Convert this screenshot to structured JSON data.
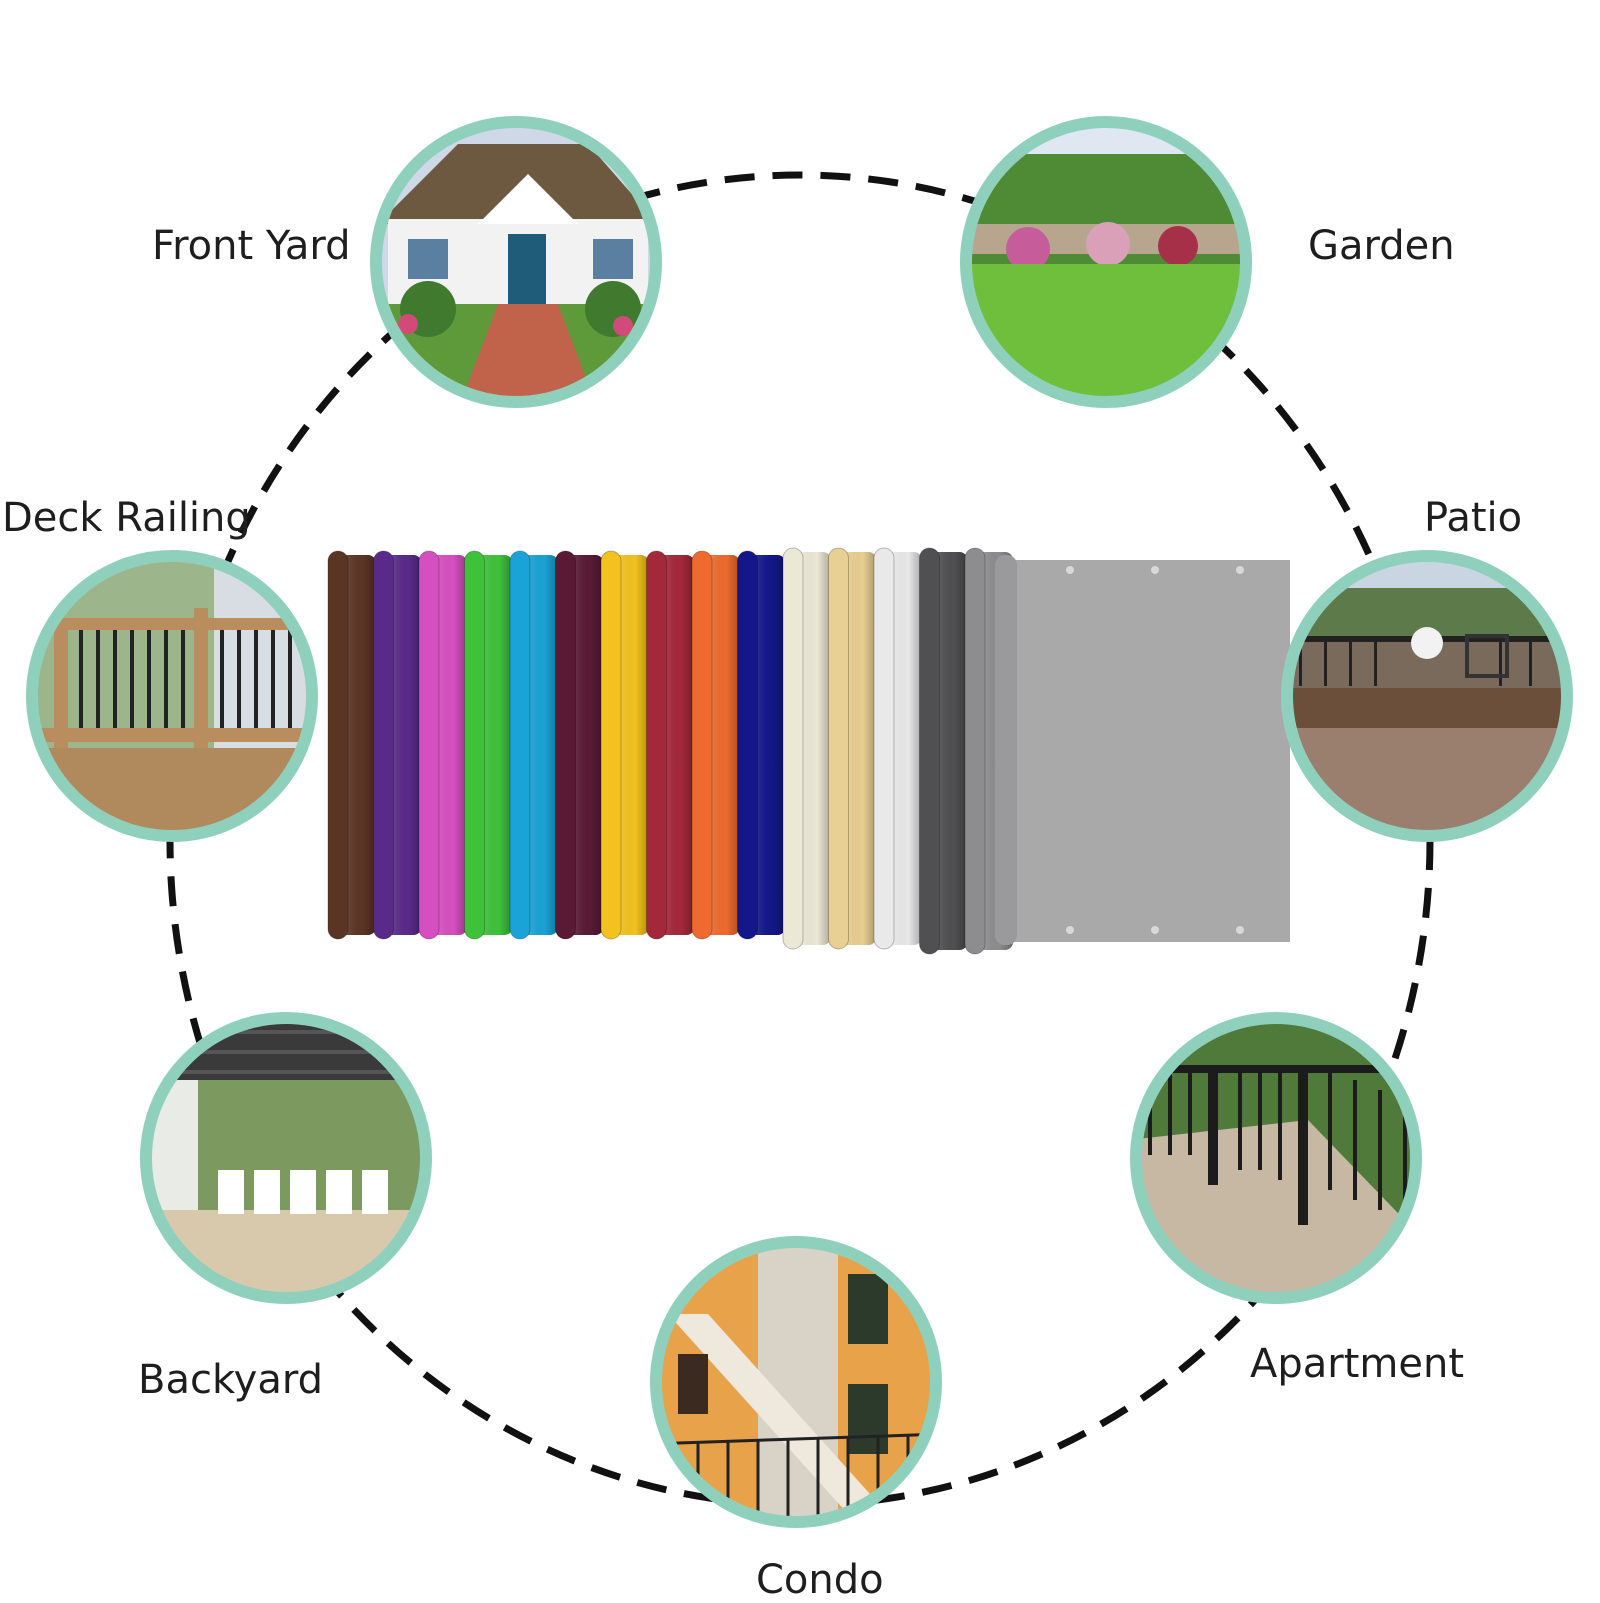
{
  "labels": {
    "front_yard": "Front Yard",
    "garden": "Garden",
    "deck_railing": "Deck Railing",
    "patio": "Patio",
    "backyard": "Backyard",
    "apartment": "Apartment",
    "condo": "Condo"
  },
  "colors": {
    "ring_border": "#8fd0bc",
    "dashed_line": "#111111",
    "swatches": [
      "#5b3524",
      "#5a2a8a",
      "#d64fc0",
      "#3fc23a",
      "#1aa3d6",
      "#5a1a36",
      "#f3c21f",
      "#a3283a",
      "#ee6a2e",
      "#13178a",
      "#ece8d6",
      "#e8cf93",
      "#e9e9e9",
      "#505052",
      "#8d8d8f"
    ],
    "main_panel": "#a9a9a9"
  },
  "icons": [
    "front-yard-photo",
    "garden-photo",
    "deck-railing-photo",
    "patio-photo",
    "backyard-photo",
    "apartment-photo",
    "condo-photo"
  ]
}
